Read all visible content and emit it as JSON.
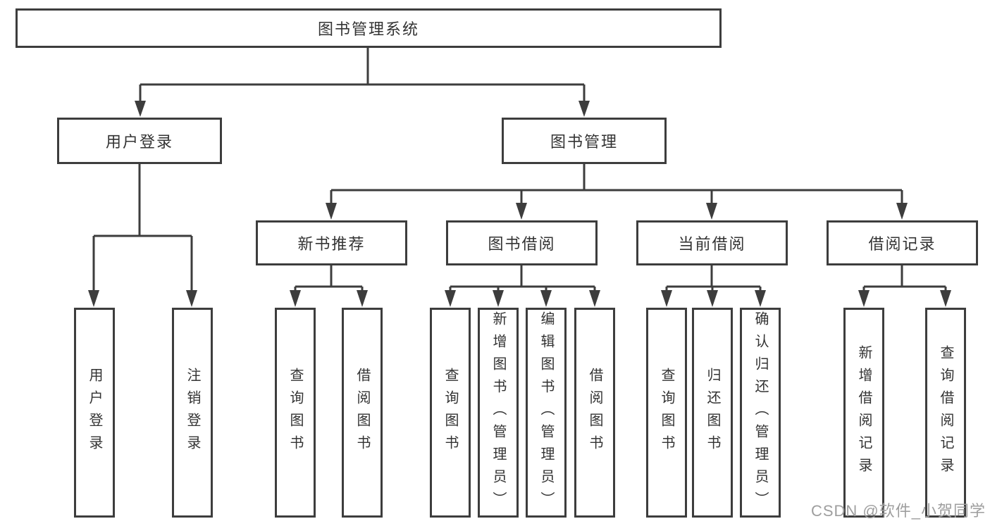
{
  "root": {
    "label": "图书管理系统"
  },
  "level2": {
    "user_login": "用户登录",
    "book_management": "图书管理"
  },
  "level3": {
    "new_book_recommend": "新书推荐",
    "book_borrowing": "图书借阅",
    "current_borrowing": "当前借阅",
    "borrowing_records": "借阅记录"
  },
  "leaves": {
    "user_login": "用户登录",
    "logout_login": "注销登录",
    "query_books_recommend": "查询图书",
    "borrow_books_recommend": "借阅图书",
    "query_books_borrowing": "查询图书",
    "add_books_admin": "新增图书（管理员）",
    "edit_books_admin": "编辑图书（管理员）",
    "borrow_books_borrowing": "借阅图书",
    "query_books_current": "查询图书",
    "return_books": "归还图书",
    "confirm_return_admin": "确认归还（管理员）",
    "add_borrowing_record": "新增借阅记录",
    "query_borrowing_record": "查询借阅记录"
  },
  "watermark": "CSDN @软件_小贺同学",
  "colors": {
    "line": "#3d3d3d",
    "text": "#333333",
    "watermark": "#9e9e9e",
    "background": "#ffffff"
  }
}
